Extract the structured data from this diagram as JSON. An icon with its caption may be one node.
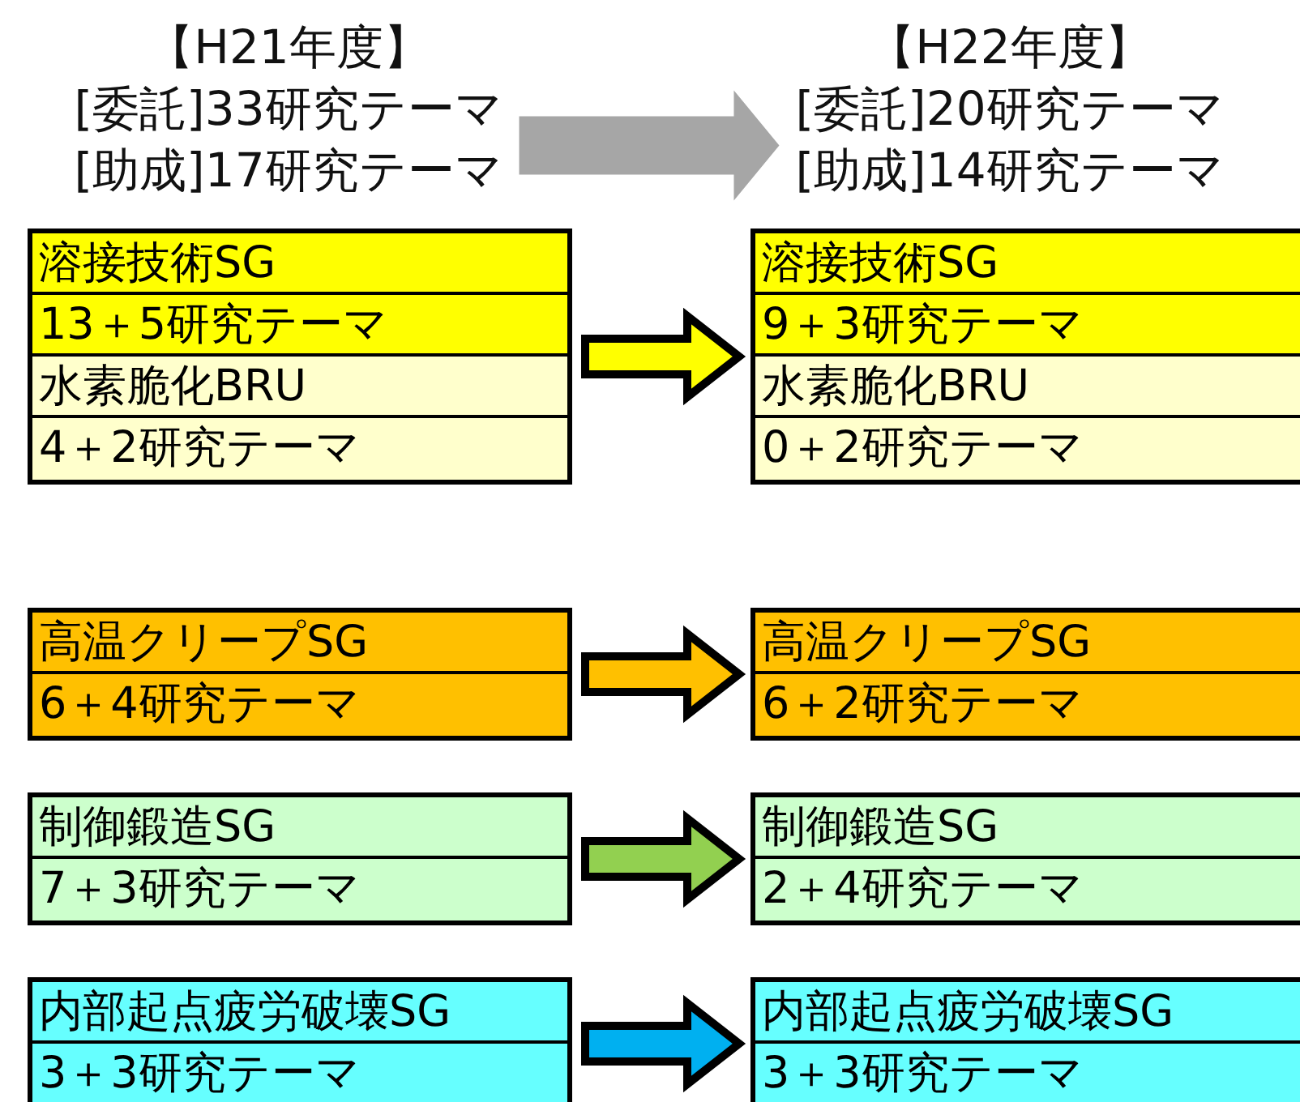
{
  "diagram": {
    "nodes": [
      {
        "text": [
          "【H21年度】",
          "[委託]33研究テーマ",
          "[助成]17研究テーマ"
        ]
      },
      {
        "text": [
          "【H22年度】",
          "[委託]20研究テーマ",
          "[助成]14研究テーマ"
        ]
      },
      {
        "text": [
          "溶接技術SG",
          "13＋5研究テーマ",
          "水素脆化BRU",
          "4＋2研究テーマ"
        ]
      },
      {
        "text": [
          "溶接技術SG",
          "9＋3研究テーマ",
          "水素脆化BRU",
          "0＋2研究テーマ"
        ]
      },
      {
        "text": [
          "高温クリープSG",
          "6＋4研究テーマ"
        ]
      },
      {
        "text": [
          "高温クリープSG",
          "6＋2研究テーマ"
        ]
      },
      {
        "text": [
          "制御鍛造SG",
          "7＋3研究テーマ"
        ]
      },
      {
        "text": [
          "制御鍛造SG",
          "2＋4研究テーマ"
        ]
      },
      {
        "text": [
          "内部起点疲労破壊SG",
          "3＋3研究テーマ"
        ]
      },
      {
        "text": [
          "内部起点疲労破壊SG",
          "3＋3研究テーマ"
        ]
      }
    ],
    "edges": [
      {
        "from": 0,
        "to": 1,
        "arrow": "to",
        "color": "#a6a6a6"
      },
      {
        "from": 2,
        "to": 3,
        "arrow": "to",
        "color": "#ffff00"
      },
      {
        "from": 4,
        "to": 5,
        "arrow": "to",
        "color": "#ffc000"
      },
      {
        "from": 6,
        "to": 7,
        "arrow": "to",
        "color": "#92d050"
      },
      {
        "from": 8,
        "to": 9,
        "arrow": "to",
        "color": "#00b0f0"
      }
    ]
  }
}
